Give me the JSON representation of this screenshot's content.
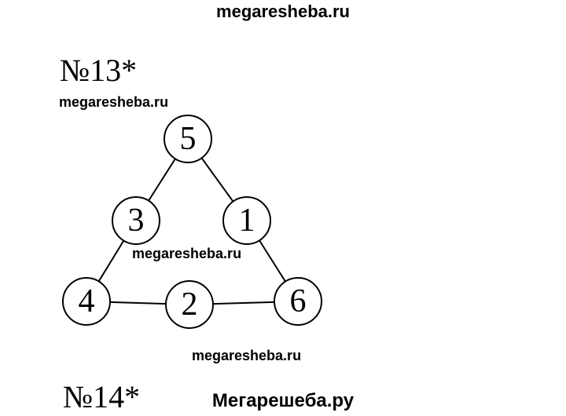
{
  "watermarks": {
    "top": "megaresheba.ru",
    "mid1": "megaresheba.ru",
    "mid2": "megaresheba.ru",
    "mid3": "megaresheba.ru",
    "bottom": "Мегарешеба.ру"
  },
  "problem": {
    "number": "№13*",
    "next_number": "№14*"
  },
  "diagram": {
    "nodes": {
      "top": "5",
      "left_mid": "3",
      "right_mid": "1",
      "bottom_left": "4",
      "bottom_mid": "2",
      "bottom_right": "6"
    }
  }
}
